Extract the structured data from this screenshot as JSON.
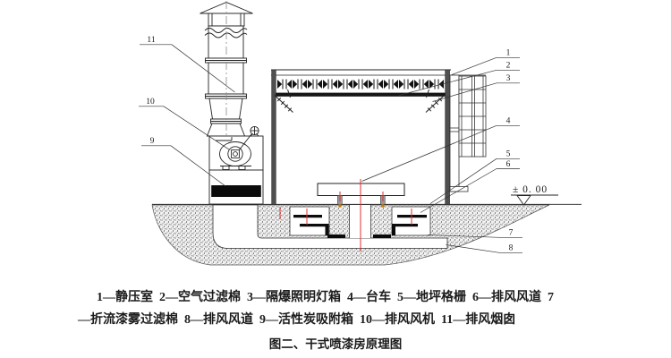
{
  "figure": {
    "caption_line_1": "1—静压室  2—空气过滤棉  3—隔爆照明灯箱  4—台车  5—地坪格栅  6—排风风道  7",
    "caption_line_2": "—折流漆雾过滤棉  8—排风风道  9—活性炭吸附箱  10—排风风机  11—排风烟囱",
    "title": "图二、干式喷漆房原理图"
  },
  "parts": [
    {
      "num": "1",
      "name": "静压室"
    },
    {
      "num": "2",
      "name": "空气过滤棉"
    },
    {
      "num": "3",
      "name": "隔爆照明灯箱"
    },
    {
      "num": "4",
      "name": "台车"
    },
    {
      "num": "5",
      "name": "地坪格栅"
    },
    {
      "num": "6",
      "name": "排风风道"
    },
    {
      "num": "7",
      "name": "折流漆雾过滤棉"
    },
    {
      "num": "8",
      "name": "排风风道"
    },
    {
      "num": "9",
      "name": "活性炭吸附箱"
    },
    {
      "num": "10",
      "name": "排风风机"
    },
    {
      "num": "11",
      "name": "排风烟囱"
    }
  ],
  "callouts": {
    "c1": "1",
    "c2": "2",
    "c3": "3",
    "c4": "4",
    "c5": "5",
    "c6": "6",
    "c7": "7",
    "c8": "8",
    "c9": "9",
    "c10": "10",
    "c11": "11"
  },
  "datum": {
    "level_label": "± 0. 00"
  },
  "colors": {
    "centerline_red": "#e03030",
    "wheel_orange": "#c87800",
    "carbon_black": "#0b0b0b",
    "wall_gray": "#4f4f4f"
  }
}
